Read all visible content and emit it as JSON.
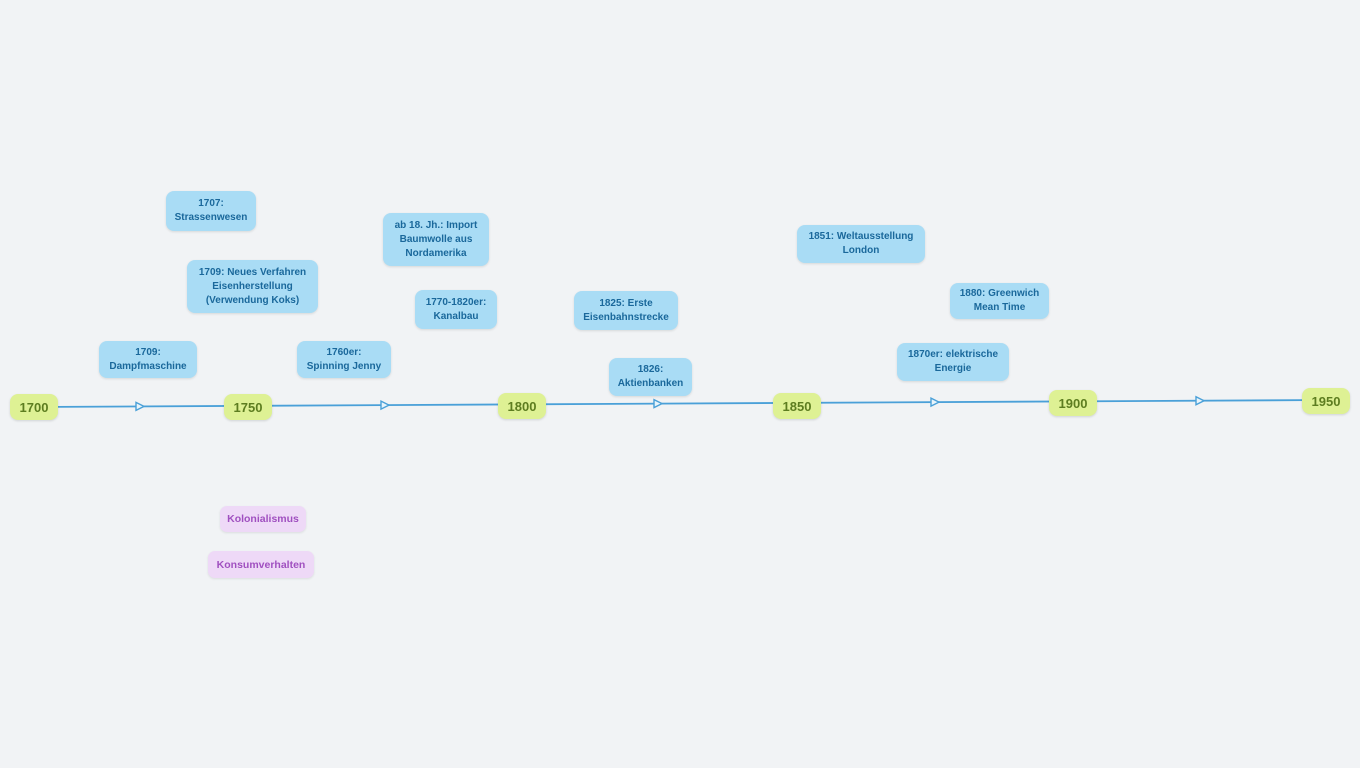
{
  "canvas": {
    "background_color": "#f1f3f5"
  },
  "timeline": {
    "line_color": "#4aa0d8",
    "year_marker_bg_color": "#def194",
    "year_marker_text_color": "#5d7d20",
    "years": [
      {
        "label": "1700"
      },
      {
        "label": "1750"
      },
      {
        "label": "1800"
      },
      {
        "label": "1850"
      },
      {
        "label": "1900"
      },
      {
        "label": "1950"
      }
    ]
  },
  "events": {
    "card_bg_color": "#a9dcf5",
    "card_text_color": "#1a689b",
    "items": [
      {
        "lines": [
          "1707:",
          "Strassenwesen"
        ]
      },
      {
        "lines": [
          "1709: Neues Verfahren",
          "Eisenherstellung",
          "(Verwendung Koks)"
        ]
      },
      {
        "lines": [
          "1709:",
          "Dampfmaschine"
        ]
      },
      {
        "lines": [
          "ab 18. Jh.: Import",
          "Baumwolle aus",
          "Nordamerika"
        ]
      },
      {
        "lines": [
          "1770-1820er:",
          "Kanalbau"
        ]
      },
      {
        "lines": [
          "1760er:",
          "Spinning Jenny"
        ]
      },
      {
        "lines": [
          "1825: Erste",
          "Eisenbahnstrecke"
        ]
      },
      {
        "lines": [
          "1826:",
          "Aktienbanken"
        ]
      },
      {
        "lines": [
          "1851: Weltausstellung",
          "London"
        ]
      },
      {
        "lines": [
          "1880: Greenwich",
          "Mean Time"
        ]
      },
      {
        "lines": [
          "1870er: elektrische",
          "Energie"
        ]
      }
    ]
  },
  "themes": {
    "card_bg_color": "#eed9f7",
    "card_text_color": "#a050c0",
    "items": [
      {
        "label": "Kolonialismus"
      },
      {
        "label": "Konsumverhalten"
      }
    ]
  }
}
